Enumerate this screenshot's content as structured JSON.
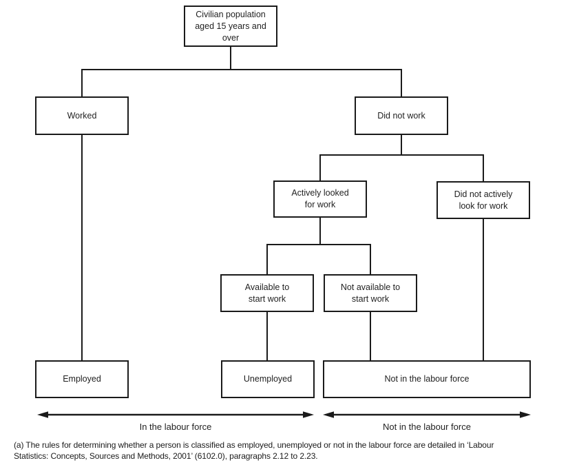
{
  "palette": {
    "line_color": "#1a1a1a",
    "background": "#ffffff",
    "text_color": "#1f1f1f"
  },
  "nodes": {
    "civilian": "Civilian population\naged 15 years and\nover",
    "worked": "Worked",
    "did_not_work": "Did not work",
    "actively_looked": "Actively looked\nfor work",
    "did_not_actively": "Did not actively\nlook for work",
    "available": "Available to\nstart work",
    "not_available": "Not available to\nstart work",
    "employed": "Employed",
    "unemployed": "Unemployed",
    "not_in_labour_force": "Not in the labour force"
  },
  "axes": {
    "in_labour_force": "In the labour force",
    "not_in_labour_force": "Not in the labour force"
  },
  "footnote": "(a) The rules for determining whether a person is classified as employed, unemployed or not in the labour force are detailed in ‘Labour\nStatistics: Concepts, Sources and Methods, 2001’ (6102.0), paragraphs 2.12 to 2.23."
}
